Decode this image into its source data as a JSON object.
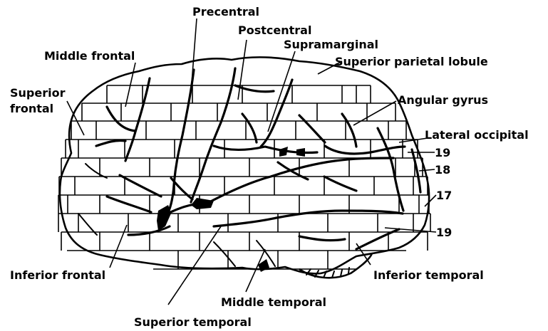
{
  "labels": {
    "precentral": "Precentral",
    "postcentral": "Postcentral",
    "supramarginal": "Supramarginal",
    "middle_frontal": "Middle frontal",
    "superior_parietal_lobule": "Superior parietal lobule",
    "superior_frontal_line1": "Superior",
    "superior_frontal_line2": "frontal",
    "angular_gyrus": "Angular gyrus",
    "lateral_occipital": "Lateral occipital",
    "area_19_upper": "19",
    "area_18": "18",
    "area_17": "17",
    "area_19_lower": "19",
    "inferior_frontal": "Inferior frontal",
    "inferior_temporal": "Inferior temporal",
    "middle_temporal": "Middle temporal",
    "superior_temporal": "Superior temporal"
  }
}
